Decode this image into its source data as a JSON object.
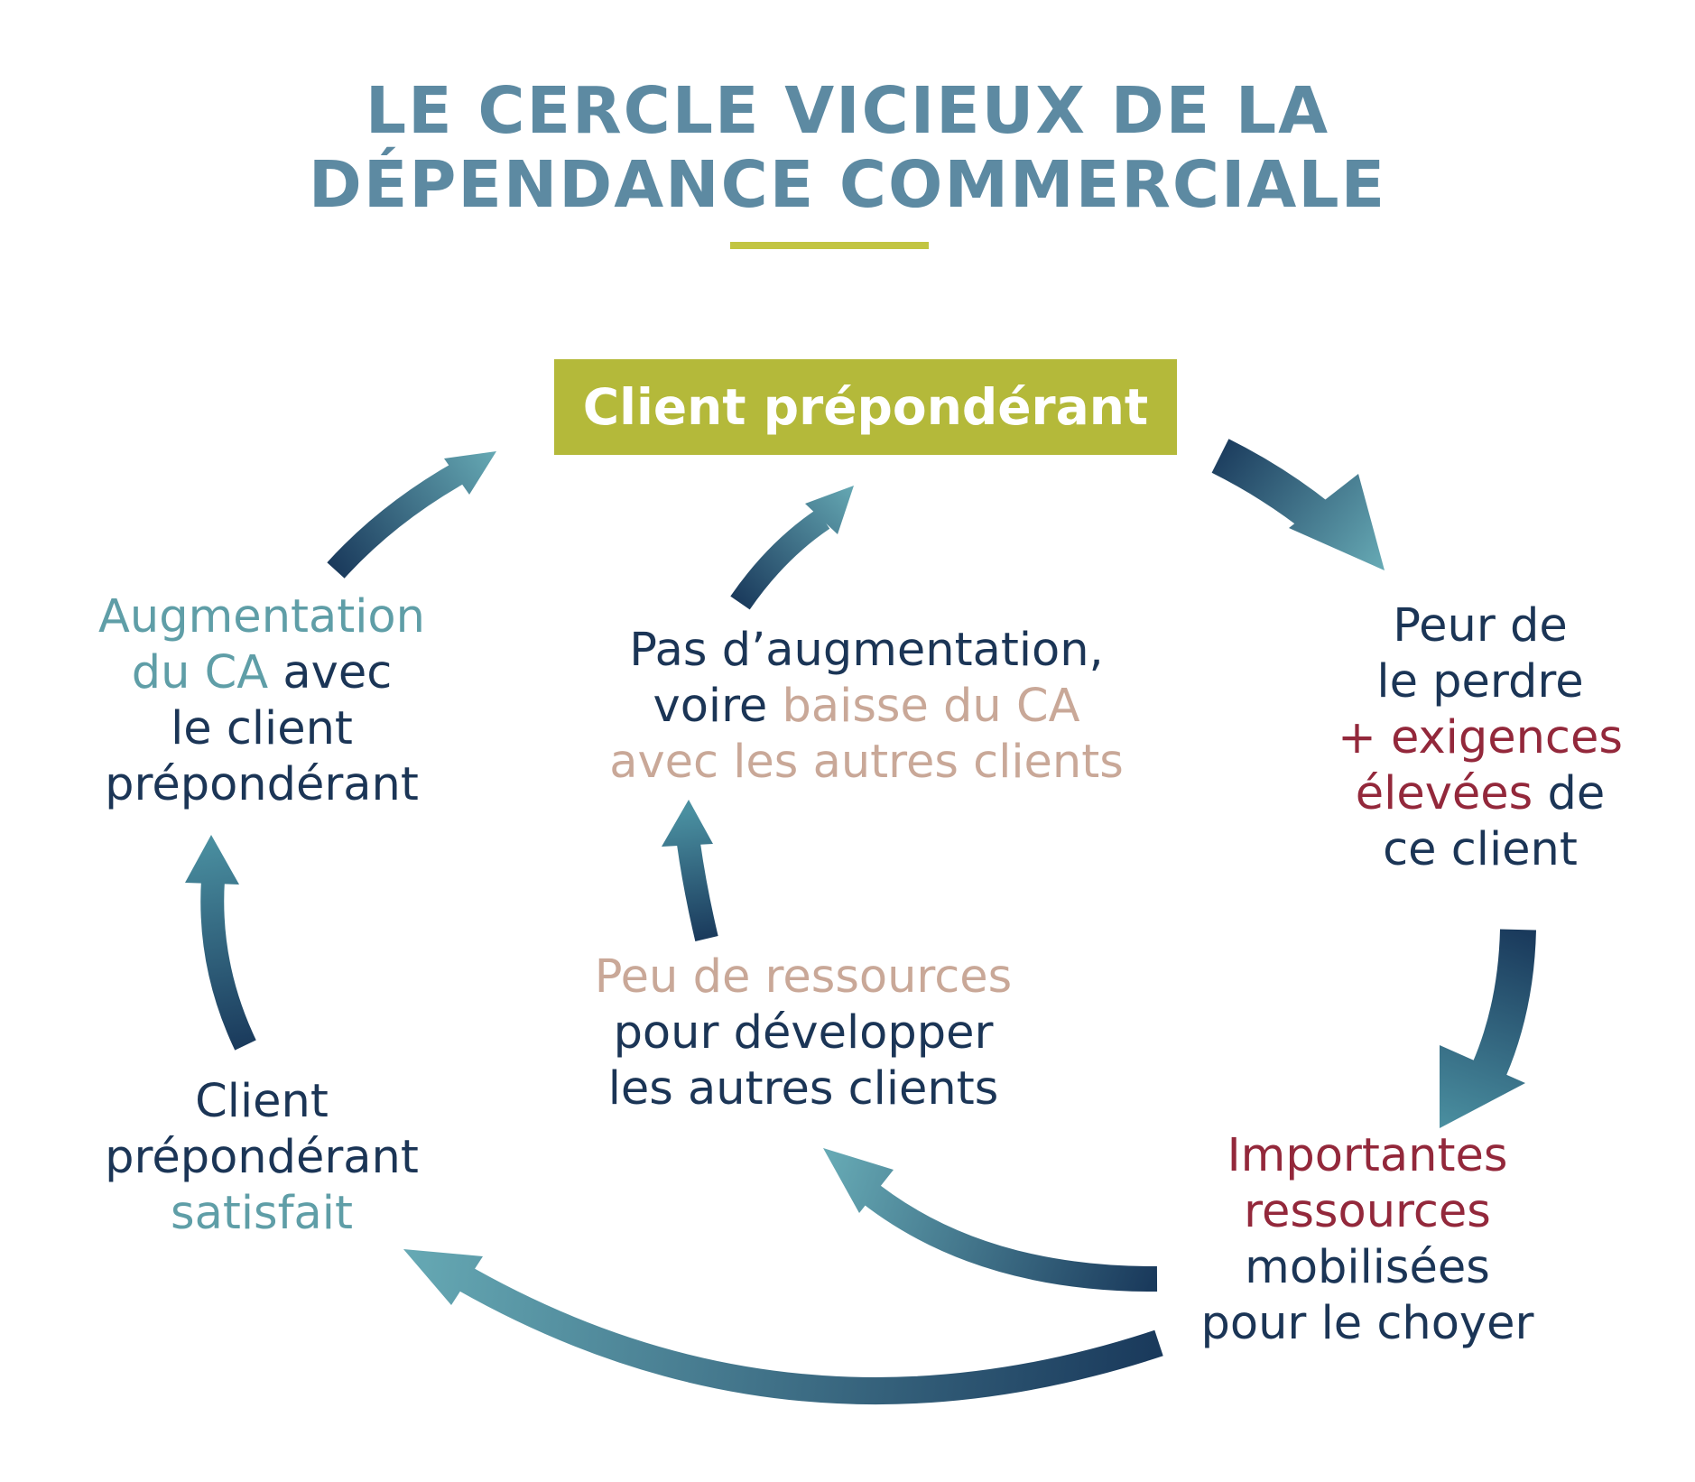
{
  "title": {
    "line1": "LE CERCLE VICIEUX DE LA",
    "line2": "DÉPENDANCE COMMERCIALE"
  },
  "hub": {
    "label": "Client prépondérant"
  },
  "nodes": {
    "fear": {
      "l1": "Peur de",
      "l2": "le perdre",
      "l3": "+ exigences",
      "l4a": "élevées",
      "l4b": " de",
      "l5": "ce client"
    },
    "resources": {
      "l1": "Importantes",
      "l2": "ressources",
      "l3": "mobilisées",
      "l4": "pour le choyer"
    },
    "satisfied": {
      "l1": "Client",
      "l2": "prépondérant",
      "l3": "satisfait"
    },
    "increase": {
      "l1": "Augmentation",
      "l2a": "du CA",
      "l2b": " avec",
      "l3": "le client",
      "l4": "prépondérant"
    },
    "few_resources": {
      "l1": "Peu de ressources",
      "l2": "pour développer",
      "l3": "les autres clients"
    },
    "no_increase": {
      "l1": "Pas d’augmentation,",
      "l2a": "voire ",
      "l2b": "baisse du CA",
      "l3": "avec les autres clients"
    }
  },
  "colors": {
    "title": "#5d8aa2",
    "hub_fill": "#b4b93a",
    "dark_text": "#1b3556",
    "teal_text": "#5f9ea7",
    "tan_text": "#c9a898",
    "red_text": "#93283b",
    "arrow_dark": "#1a3a5c",
    "arrow_light": "#66a9b4"
  },
  "icons": {
    "arrow": "curved-arrow-icon"
  }
}
